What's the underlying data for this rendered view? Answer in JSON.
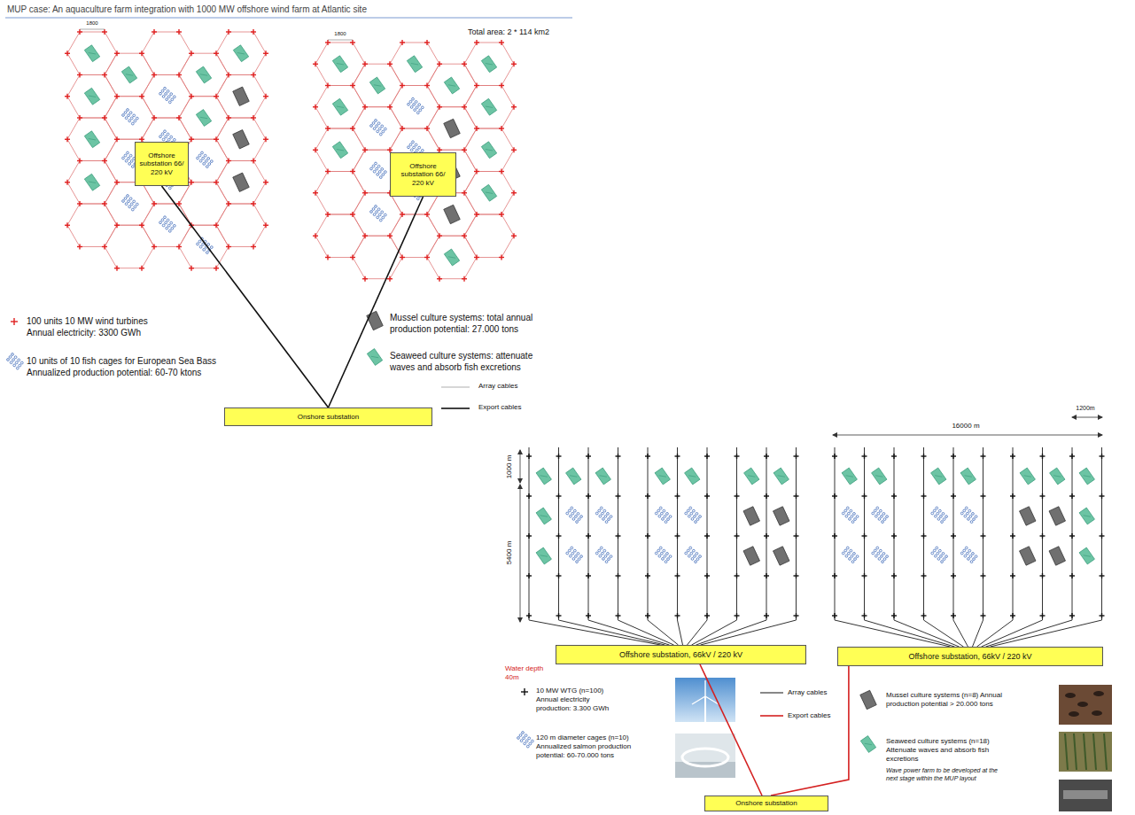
{
  "diagram": {
    "title": "MUP case: An aquaculture farm integration with 1000 MW offshore wind farm at Atlantic site",
    "nodes": [
      {
        "text": [
          "Offshore substation 66/ 220 kV"
        ]
      },
      {
        "text": [
          "Offshore substation 66/ 220 kV"
        ]
      },
      {
        "text": [
          "Onshore substation"
        ]
      },
      {
        "text": [
          "Offshore substation, 66kV / 220 kV"
        ]
      },
      {
        "text": [
          "Offshore substation, 66kV / 220 kV"
        ]
      },
      {
        "text": [
          "Onshore substation"
        ]
      }
    ],
    "edges": [
      {
        "from": 0,
        "to": 2,
        "arrow": "none"
      },
      {
        "from": 1,
        "to": 2,
        "arrow": "none"
      },
      {
        "from": 3,
        "to": 5,
        "arrow": "none"
      },
      {
        "from": 4,
        "to": 5,
        "arrow": "none"
      }
    ],
    "labels": [
      "Total area: 2 * 114 km2",
      "1800",
      "1800",
      "16000 m",
      "1200m",
      "1000 m",
      "5400 m",
      "Water depth 40m"
    ],
    "legend": [
      {
        "text": "100 units 10 MW wind turbines Annual electricity: 3300 GWh"
      },
      {
        "text": "10 units of 10 fish cages for European Sea Bass Annualized production potential: 60-70 ktons"
      },
      {
        "text": "Mussel culture systems: total annual production potential: 27.000 tons"
      },
      {
        "text": "Seaweed culture systems: attenuate waves and absorb fish excretions"
      },
      {
        "text": "Array cables"
      },
      {
        "text": "Export cables"
      },
      {
        "text": "10 MW WTG (n=100) Annual electricity production: 3.300 GWh"
      },
      {
        "text": "120 m diameter cages (n=10) Annualized salmon production potential: 60-70.000 tons"
      },
      {
        "text": "Array cables"
      },
      {
        "text": "Export cables"
      },
      {
        "text": "Mussel culture systems (n=8) Annual production potential > 20.000 tons"
      },
      {
        "text": "Seaweed culture systems (n=18) Attenuate waves and absorb fish excretions"
      },
      {
        "text": "Wave power farm to be developed at the next stage within the MUP layout"
      }
    ]
  }
}
